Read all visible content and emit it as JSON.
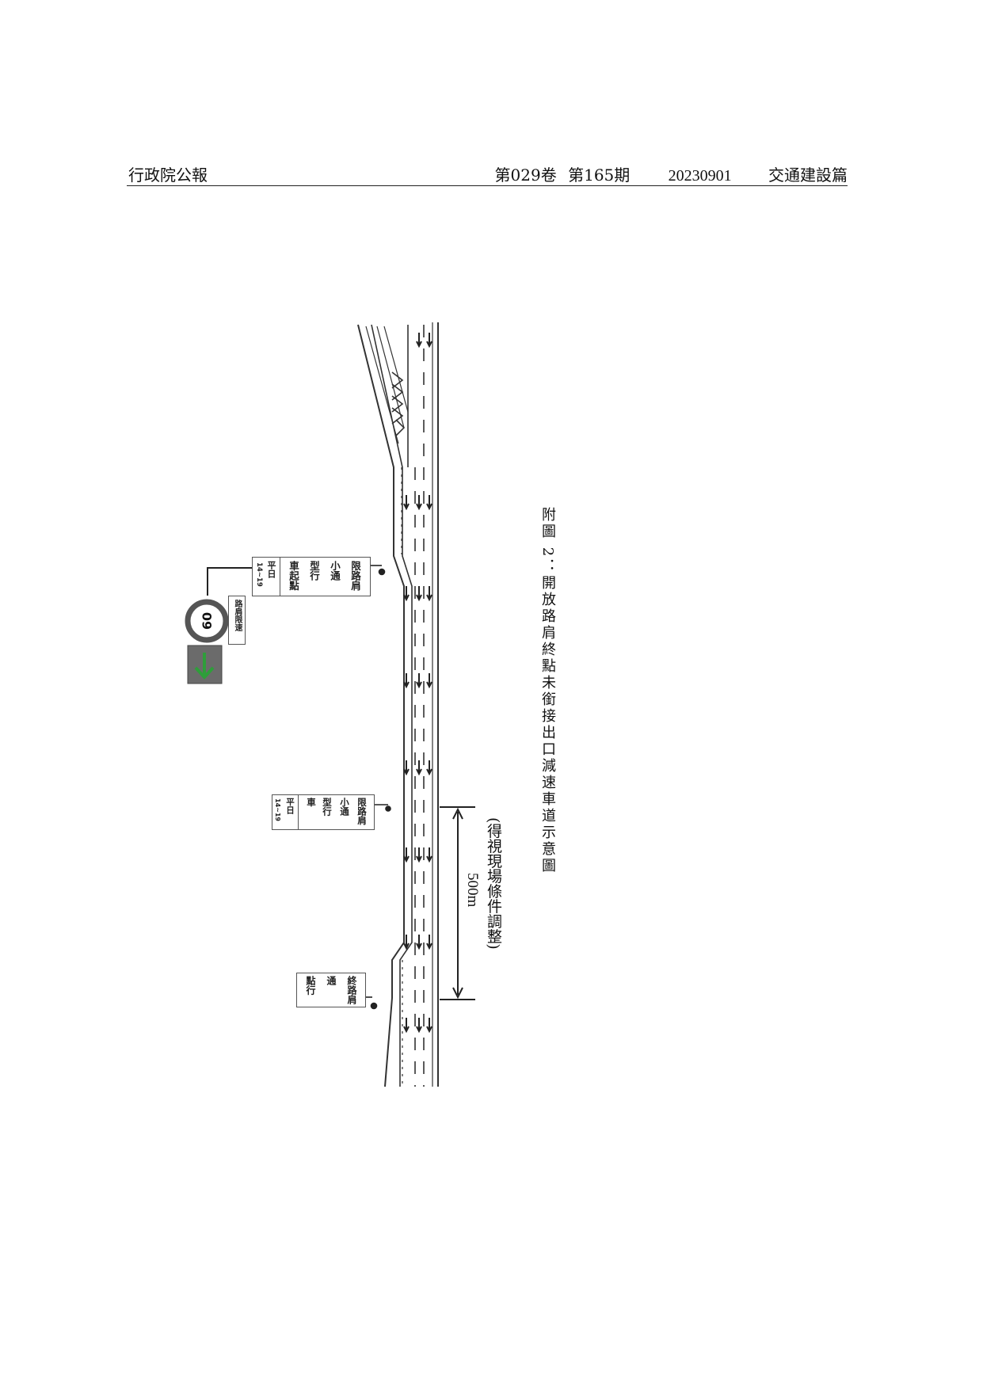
{
  "header": {
    "publication": "行政院公報",
    "volume": "第029卷",
    "issue": "第165期",
    "date": "20230901",
    "section": "交通建設篇"
  },
  "caption": "附圖 2：開放路肩終點未銜接出口減速車道示意圖",
  "distance": {
    "value": "500m",
    "note": "(得視現場條件調整)"
  },
  "sign_start": {
    "line1": "限路肩",
    "line2": "小通",
    "line3": "型行",
    "line4": "車起點",
    "days": "平日",
    "hours": "14~19"
  },
  "sign_middle": {
    "line1": "限路肩",
    "line2": "小通",
    "line3": "型行",
    "line4": "車",
    "days": "平日",
    "hours": "14~19"
  },
  "sign_end": {
    "line1": "終路肩",
    "line2": "通",
    "line3": "點行"
  },
  "speed_sign": {
    "value": "60",
    "label": "路肩限速"
  },
  "colors": {
    "road_line": "#333333",
    "arrow_green": "#2e9e3a",
    "lane_signal_bg": "#6b6b6b",
    "speed_ring": "#555555"
  },
  "icons": {
    "lane_signal": "green-arrow-icon",
    "speed_limit": "speed-limit-icon",
    "lane_arrow": "down-arrow-icon"
  }
}
